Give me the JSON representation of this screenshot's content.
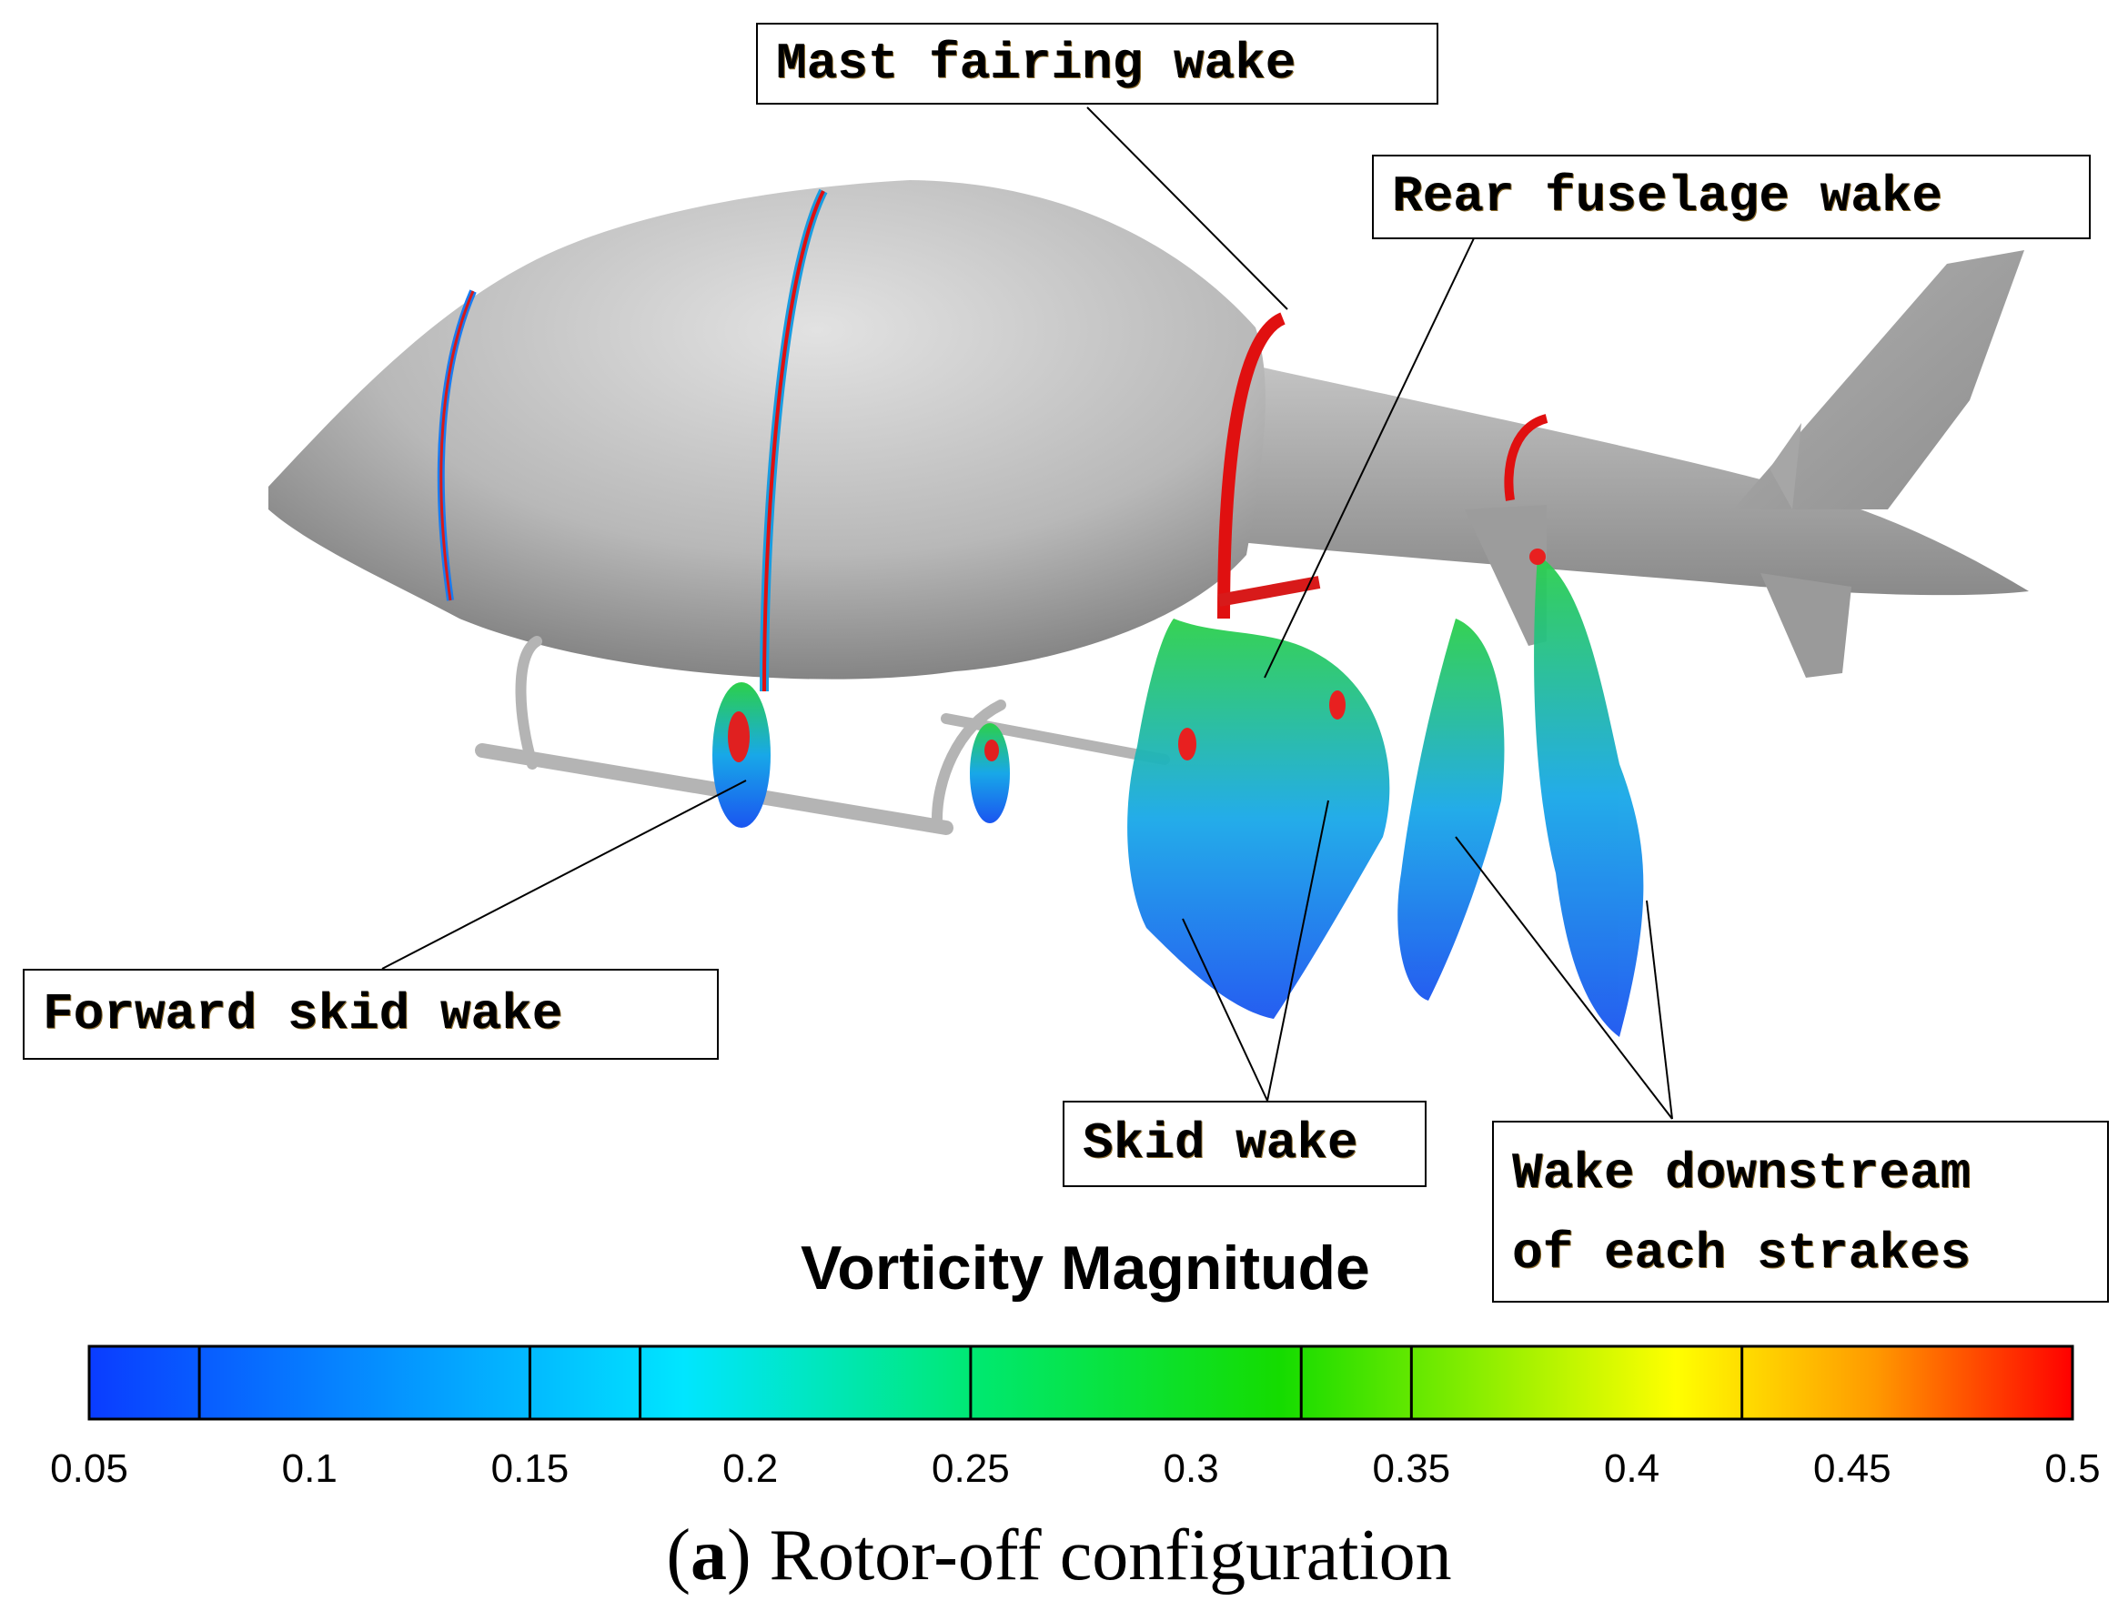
{
  "figure": {
    "annotations": {
      "mast_fairing_wake": "Mast fairing wake",
      "rear_fuselage_wake": "Rear fuselage wake",
      "forward_skid_wake": "Forward skid wake",
      "skid_wake": "Skid wake",
      "strake_wake_line1": "Wake downstream",
      "strake_wake_line2": "of each strakes"
    },
    "colorbar": {
      "title": "Vorticity Magnitude",
      "min": 0.05,
      "max": 0.5,
      "ticks": [
        "0.05",
        "0.1",
        "0.15",
        "0.2",
        "0.25",
        "0.3",
        "0.35",
        "0.4",
        "0.45",
        "0.5"
      ],
      "level_values": [
        0.05,
        0.075,
        0.15,
        0.175,
        0.25,
        0.325,
        0.35,
        0.425
      ],
      "colormap": [
        "#0a3cff",
        "#00e6ff",
        "#00e86e",
        "#14dc00",
        "#ffff00",
        "#ff9a00",
        "#ff0000"
      ]
    },
    "caption": {
      "label": "a",
      "text": " Rotor-off configuration"
    },
    "colors": {
      "fuselage_light": "#dcdcdc",
      "fuselage_dark": "#8c8c8c",
      "skid": "#b4b4b4",
      "leader_line": "#000000"
    }
  }
}
